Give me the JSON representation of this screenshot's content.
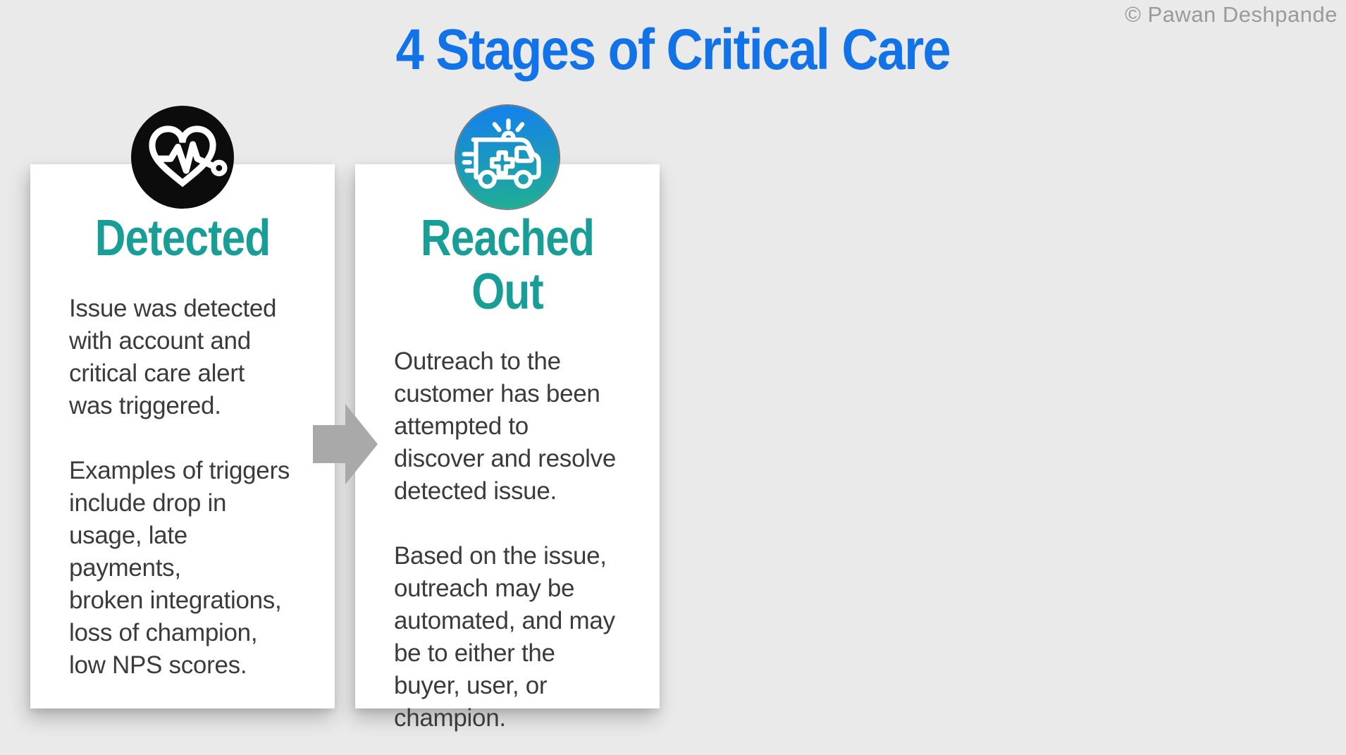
{
  "page": {
    "title": "4 Stages of Critical Care",
    "copyright": "© Pawan Deshpande"
  },
  "colors": {
    "background": "#eaeaea",
    "title_blue": "#1273e8",
    "heading_teal": "#189e96",
    "body_text": "#3b3b3b",
    "card_background": "#ffffff",
    "arrow_gray": "#a9a9a9",
    "heart_icon_background": "#0c0c0c",
    "ambulance_icon_gradient_top": "#1583e8",
    "ambulance_icon_gradient_bottom": "#20ad96"
  },
  "stages": [
    {
      "icon": "heartbeat-icon",
      "heading": "Detected",
      "paragraphs": [
        "Issue was detected\nwith account and\ncritical care alert\nwas triggered.",
        "Examples of triggers\ninclude drop in\nusage, late\npayments,\nbroken integrations,\nloss of champion,\nlow NPS scores."
      ]
    },
    {
      "icon": "ambulance-icon",
      "heading": "Reached Out",
      "paragraphs": [
        "Outreach to the\ncustomer has been\nattempted to\ndiscover and resolve\ndetected issue.",
        "Based on the issue,\noutreach may be\nautomated, and may\nbe to either the\nbuyer, user, or\nchampion."
      ]
    }
  ]
}
